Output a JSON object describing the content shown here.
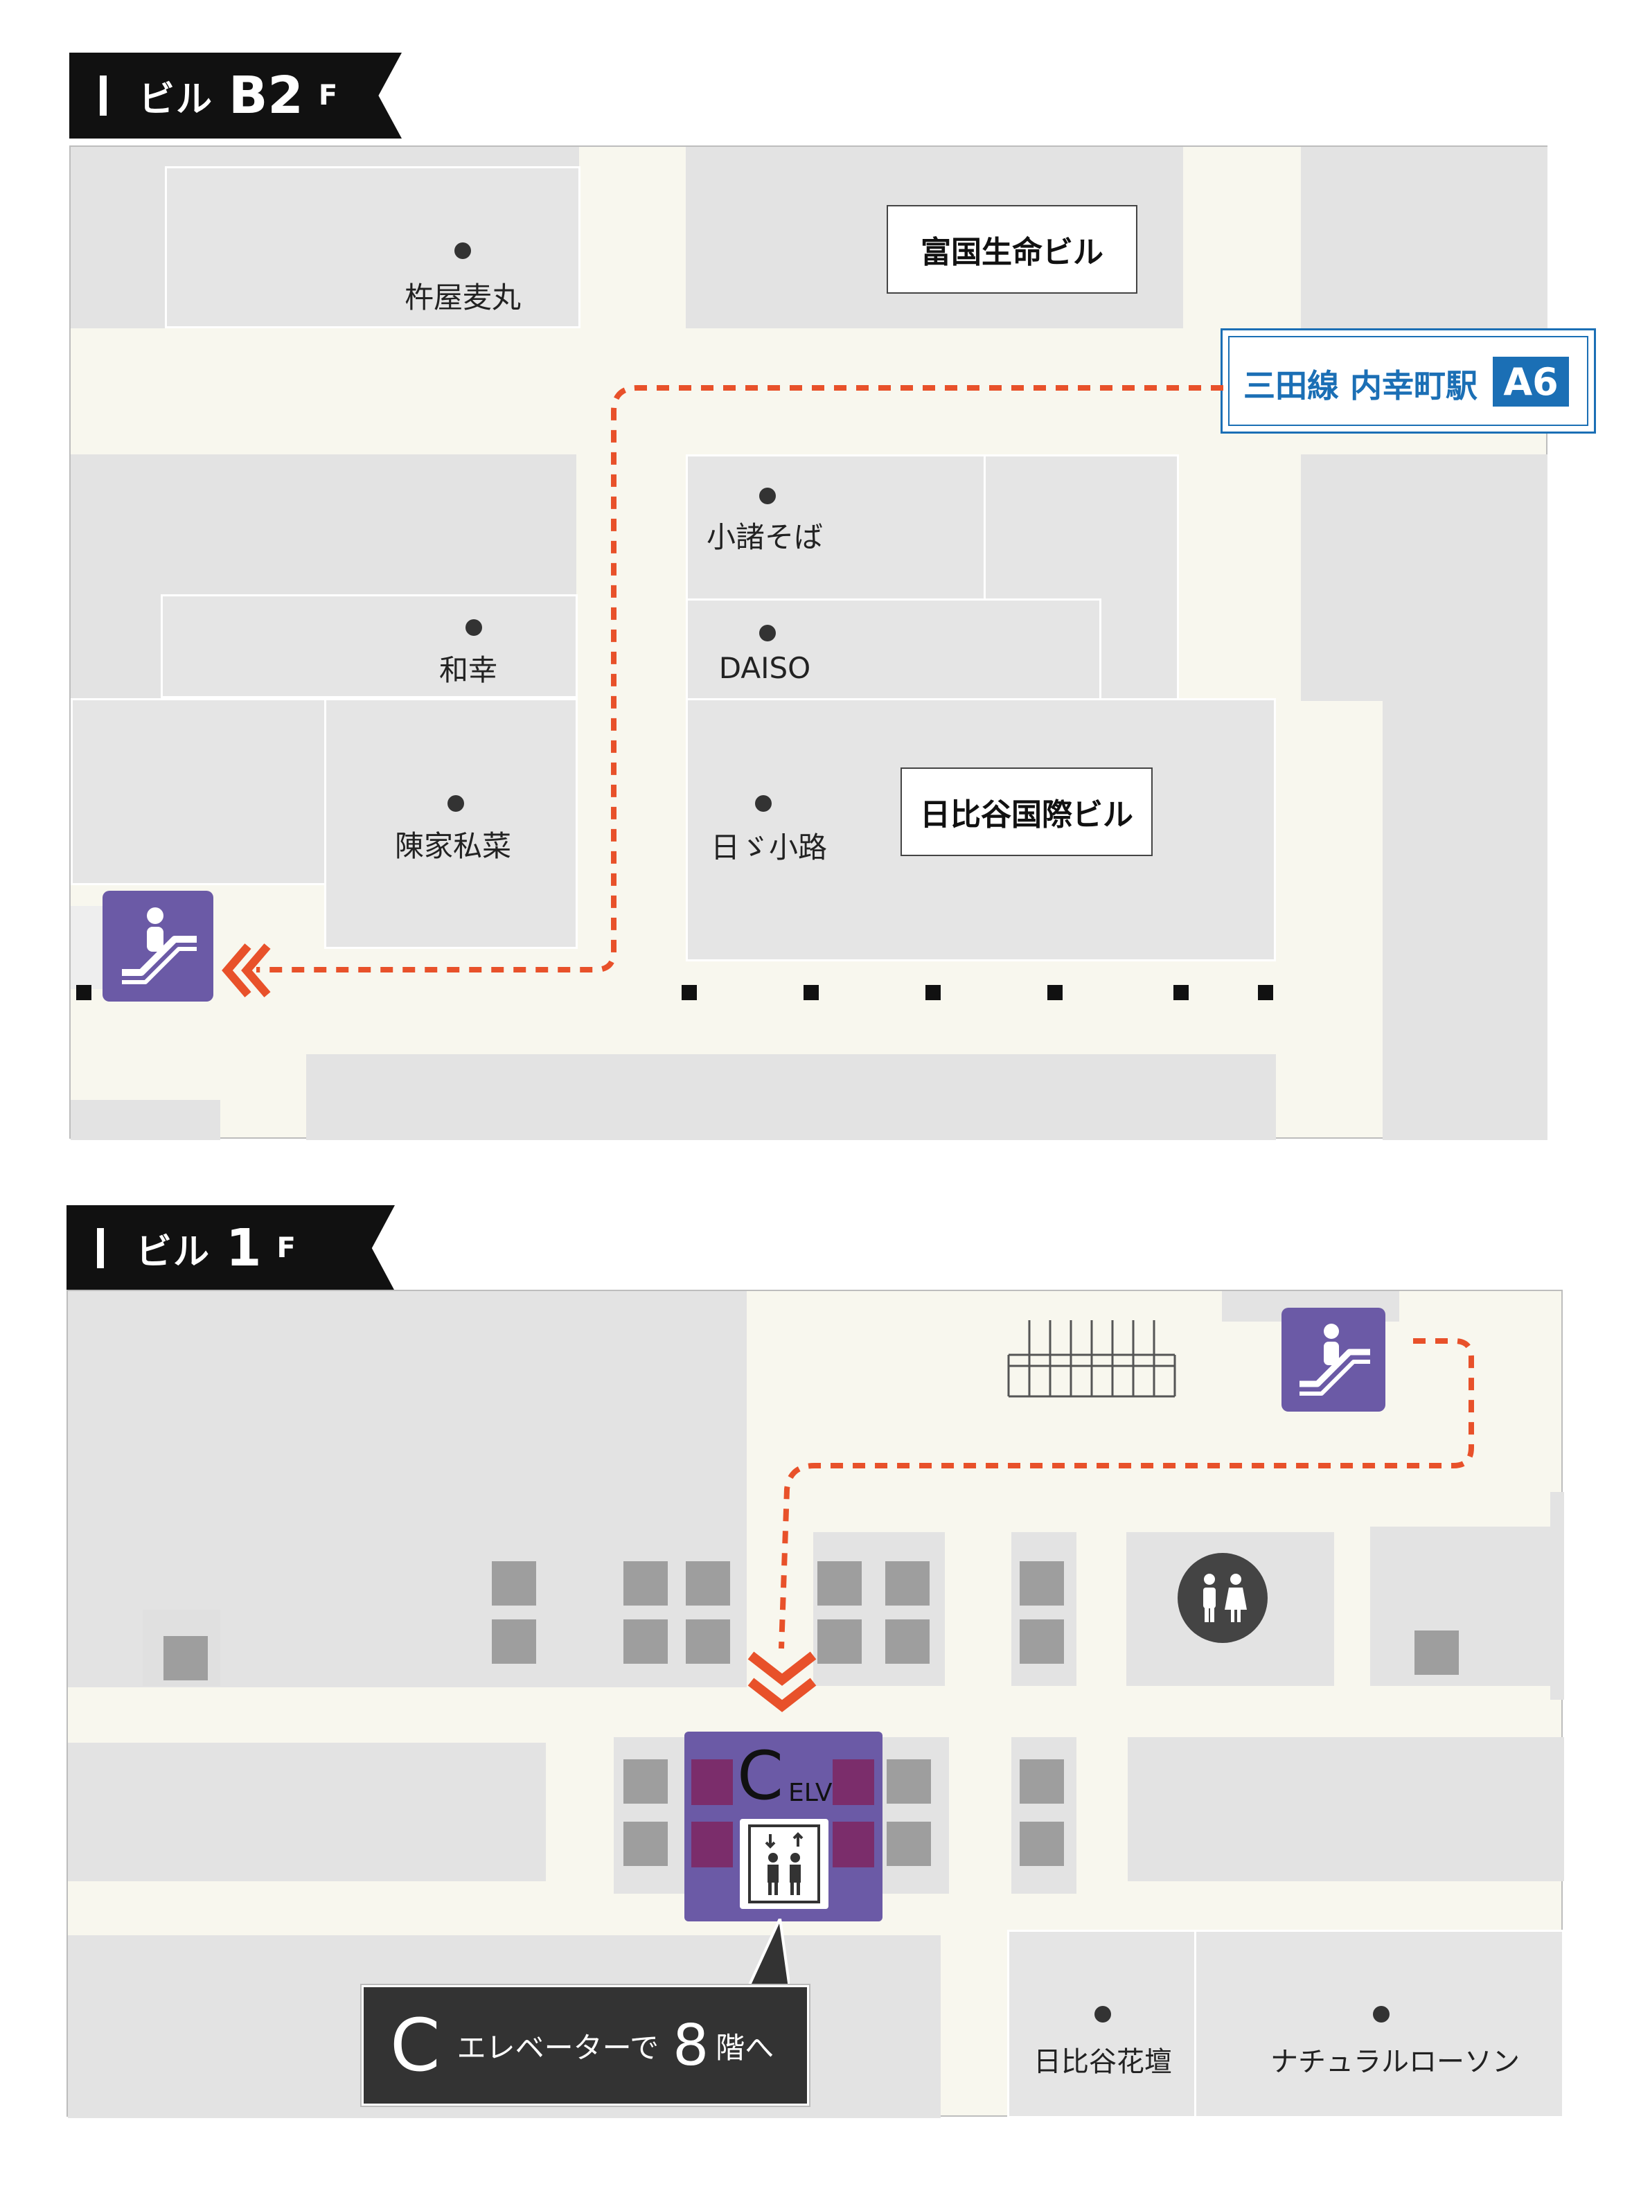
{
  "floors": {
    "b2": {
      "prefix": "ビル",
      "number": "B2",
      "suffix": "F"
    },
    "f1": {
      "prefix": "ビル",
      "number": "1",
      "suffix": "F"
    }
  },
  "b2_map": {
    "shops": [
      "杵屋麦丸",
      "小諸そば",
      "和幸",
      "DAISO",
      "陳家私菜",
      "日ゞ小路"
    ],
    "buildings": [
      "富国生命ビル",
      "日比谷国際ビル"
    ],
    "station": {
      "name": "三田線 内幸町駅",
      "exit": "A6"
    }
  },
  "f1_map": {
    "shops": [
      "日比谷花壇",
      "ナチュラルローソン"
    ],
    "elevator": {
      "letter": "C",
      "label": "ELV"
    },
    "callout": {
      "letter": "C",
      "text_before": "エレベーターで",
      "floor": "8",
      "text_after": "階へ"
    }
  },
  "colors": {
    "route": "#e8512a",
    "icon_purple": "#6b5aa6",
    "station_blue": "#1b6fb5",
    "corridor": "#f8f7ee",
    "block": "#e5e5e5",
    "callout_bg": "#333333"
  },
  "icons": [
    "escalator-icon",
    "elevator-icon",
    "restroom-icon",
    "chevron-left-icon",
    "chevron-down-icon"
  ]
}
